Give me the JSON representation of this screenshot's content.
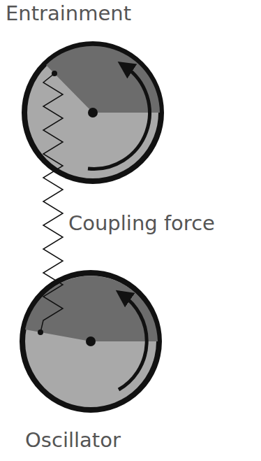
{
  "diagram": {
    "title": "Entrainment",
    "labels": [
      "Coupling force",
      "Oscillator"
    ]
  }
}
